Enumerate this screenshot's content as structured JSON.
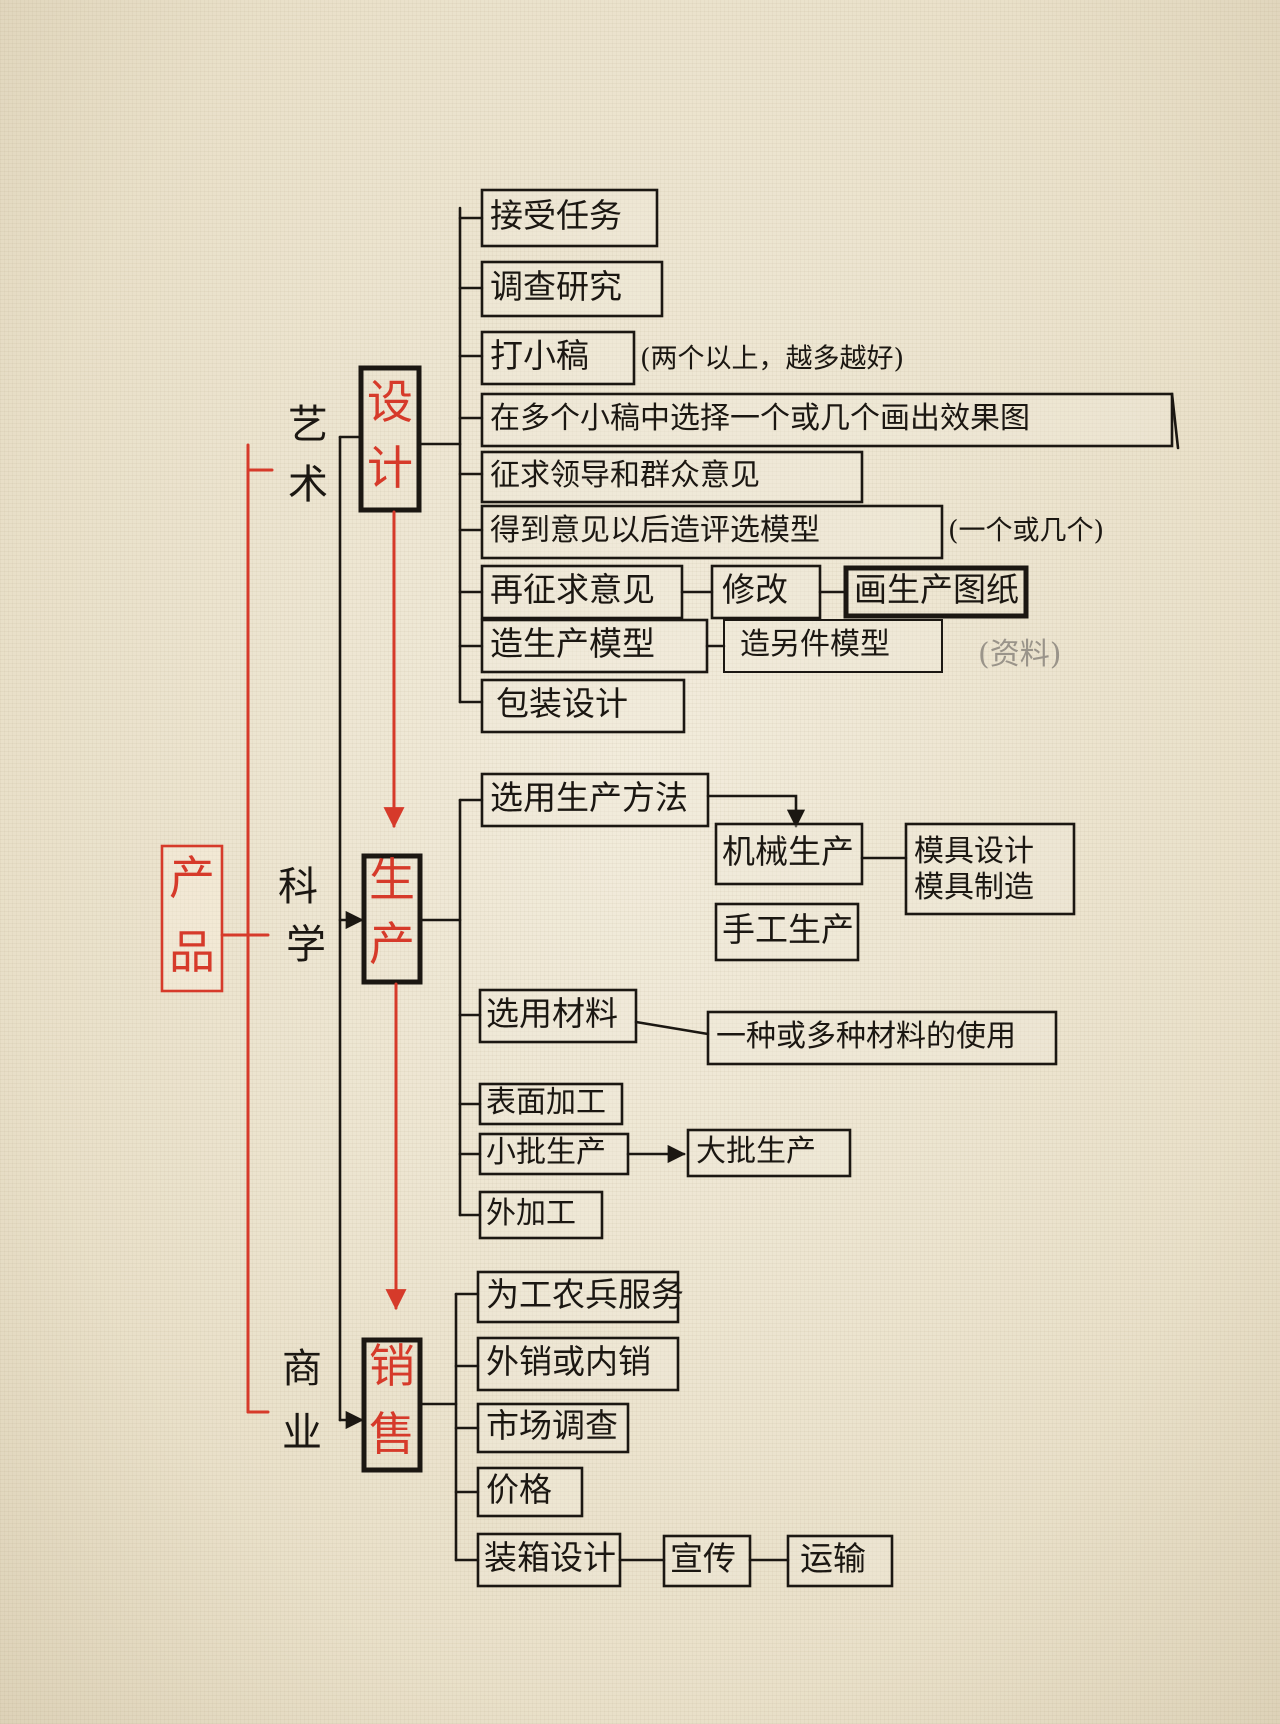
{
  "root": {
    "top": "产",
    "bottom": "品"
  },
  "categories": {
    "art": {
      "top": "艺",
      "bottom": "术"
    },
    "science": {
      "top": "科",
      "bottom": "学"
    },
    "commerce": {
      "top": "商",
      "bottom": "业"
    }
  },
  "stages": {
    "design": {
      "top": "设",
      "bottom": "计"
    },
    "production": {
      "top": "生",
      "bottom": "产"
    },
    "sales": {
      "top": "销",
      "bottom": "售"
    }
  },
  "design_steps": [
    "接受任务",
    "调查研究",
    "打小稿",
    "在多个小稿中选择一个或几个画出效果图",
    "征求领导和群众意见",
    "得到意见以后造评选模型",
    "再征求意见",
    "造生产模型",
    "包装设计"
  ],
  "design_notes": {
    "sketch_note": "(两个以上，越多越好)",
    "model_note": "(一个或几个)",
    "revise": "修改",
    "draw_drawings": "画生产图纸",
    "parts_model": "造另件模型",
    "faint_note": "(资料)"
  },
  "production_steps": {
    "choose_method": "选用生产方法",
    "mechanical": "机械生产",
    "mold": "模具设计 模具制造",
    "manual": "手工生产",
    "choose_material": "选用材料",
    "material_use": "一种或多种材料的使用",
    "surface": "表面加工",
    "small_batch": "小批生产",
    "large_batch": "大批生产",
    "outsourced": "外加工"
  },
  "sales_steps": [
    "为工农兵服务",
    "外销或内销",
    "市场调查",
    "价格",
    "装箱设计"
  ],
  "sales_chain": {
    "publicity": "宣传",
    "transport": "运输"
  },
  "colors": {
    "ink": "#1b1712",
    "red": "#d63a2a",
    "paper": "#eee6d2"
  }
}
